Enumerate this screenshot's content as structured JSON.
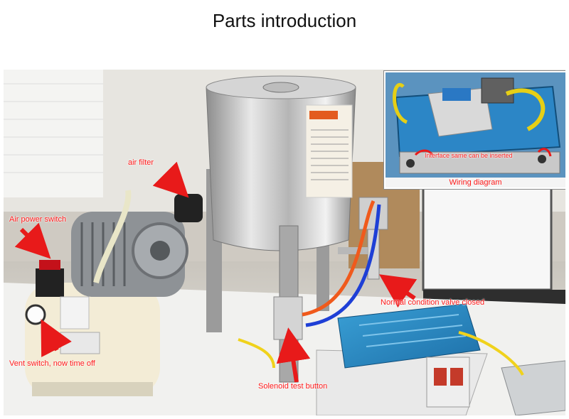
{
  "header": {
    "title": "Parts introduction"
  },
  "labels": {
    "air_filter": "air filter",
    "air_power_switch": "Air power switch",
    "vent_switch": "Vent switch, now time off",
    "solenoid_test_button": "Solenoid test button",
    "normal_condition_valve": "Normal condition valve closed",
    "wiring_diagram": "Wiring diagram",
    "interface": "Interface same can be inserted"
  },
  "colors": {
    "label": "#ff1a1a",
    "arrow": "#e81a1a"
  }
}
